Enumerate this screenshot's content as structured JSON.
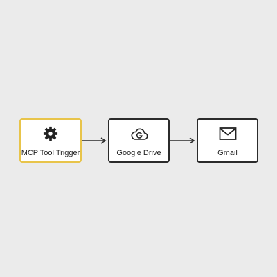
{
  "workflow": {
    "nodes": [
      {
        "label": "MCP Tool Trigger",
        "icon": "gear-icon",
        "selected": true
      },
      {
        "label": "Google Drive",
        "icon": "google-drive-cloud-icon",
        "selected": false
      },
      {
        "label": "Gmail",
        "icon": "envelope-icon",
        "selected": false
      }
    ],
    "colors": {
      "background": "#ebebeb",
      "node_border": "#2b2b2b",
      "selected_border": "#e8c44a",
      "connector": "#2b2b2b"
    }
  }
}
